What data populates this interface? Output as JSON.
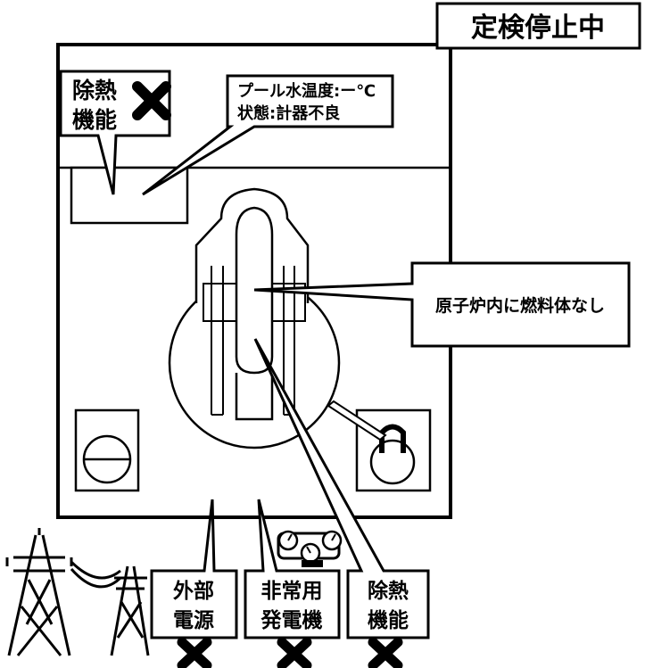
{
  "status": {
    "text": "定検停止中"
  },
  "pool_callout": {
    "line1": "プール水温度:ー℃",
    "line2": "状態:計器不良"
  },
  "pool_heat_removal": {
    "line1": "除熱",
    "line2": "機能",
    "state": "unavailable"
  },
  "reactor_callout": {
    "text": "原子炉内に燃料体なし"
  },
  "bottom_labels": [
    {
      "line1": "外部",
      "line2": "電源",
      "state": "unavailable"
    },
    {
      "line1": "非常用",
      "line2": "発電機",
      "state": "unavailable"
    },
    {
      "line1": "除熱",
      "line2": "機能",
      "state": "unavailable"
    }
  ],
  "colors": {
    "line": "#000000",
    "background": "#ffffff",
    "fail_mark": "#000000"
  }
}
